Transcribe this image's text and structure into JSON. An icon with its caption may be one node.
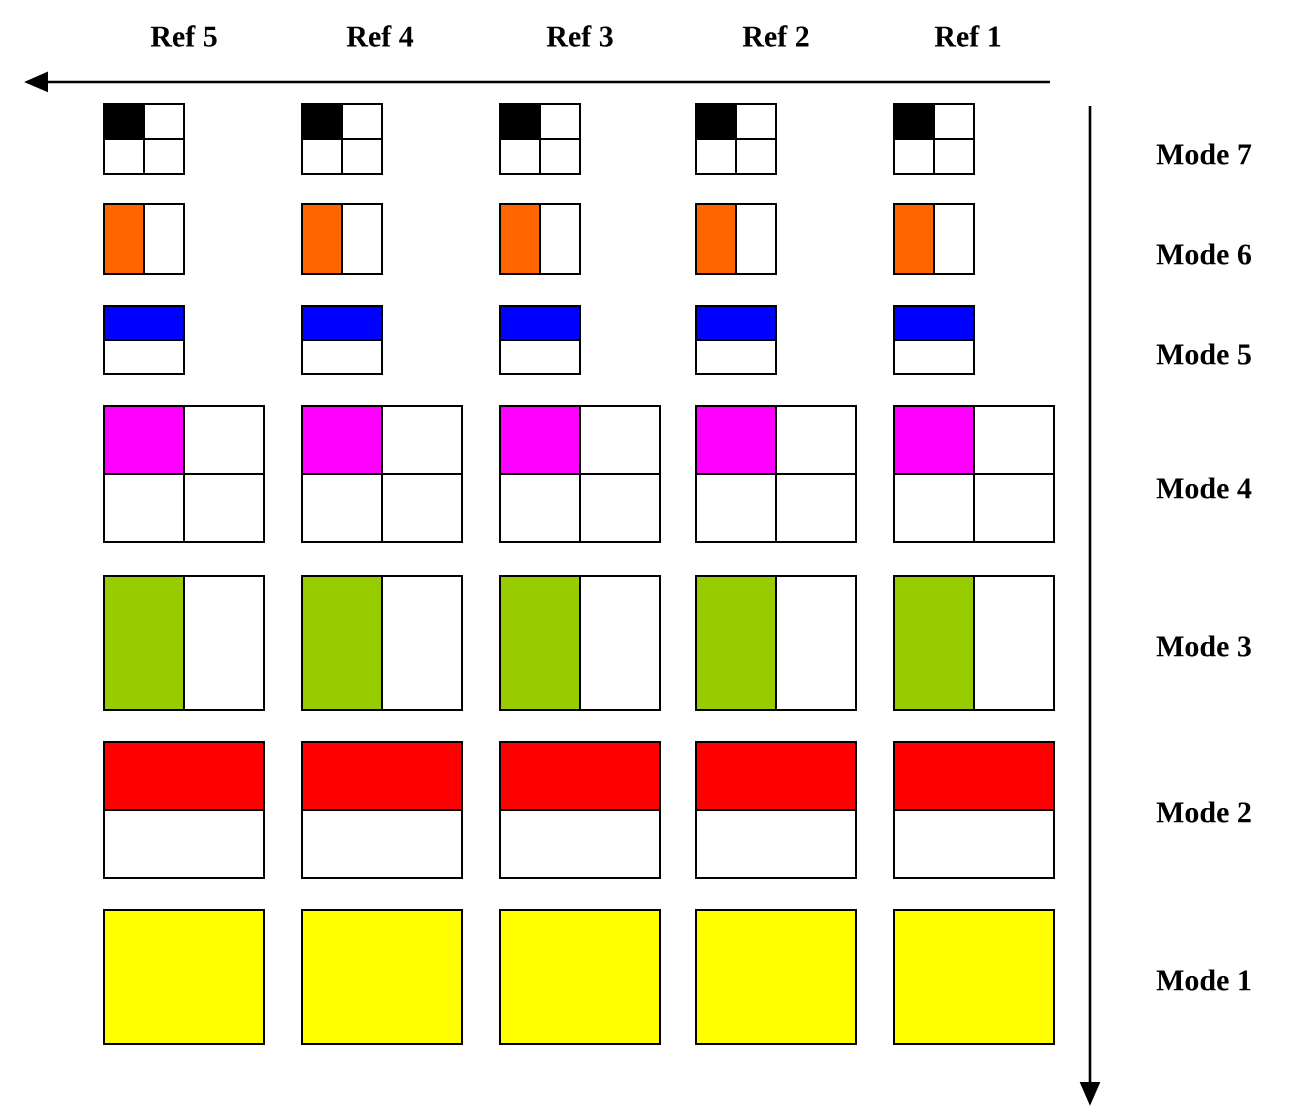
{
  "diagram": {
    "labels": [
      "Ref 5",
      "Ref 4",
      "Ref 3",
      "Ref 2",
      "Ref 1",
      "Mode 7",
      "Mode 6",
      "Mode 5",
      "Mode 4",
      "Mode 3",
      "Mode 2",
      "Mode 1"
    ]
  }
}
